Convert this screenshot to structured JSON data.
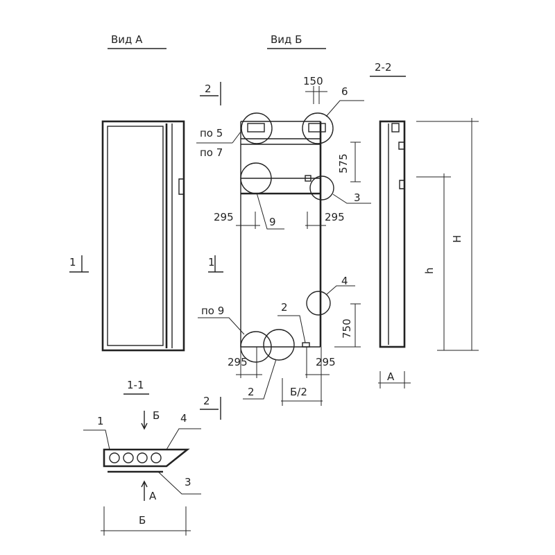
{
  "views": {
    "view_a": "Вид А",
    "view_b": "Вид Б",
    "section_22": "2-2",
    "section_11": "1-1"
  },
  "section_marks": {
    "s1_left": "1",
    "s1_mid": "1",
    "s2_top": "2",
    "s2_bottom": "2"
  },
  "view_b_labels": {
    "dim_150": "150",
    "pos_6": "6",
    "po5": "по 5",
    "po7": "по 7",
    "dim_575": "575",
    "pos_3": "3",
    "dim_295_tl": "295",
    "pos_9": "9",
    "dim_295_tr": "295",
    "pos_4": "4",
    "po9": "по 9",
    "pos_2_top": "2",
    "dim_750": "750",
    "dim_295_bl": "295",
    "dim_295_br": "295",
    "pos_2_bottom": "2",
    "dim_b2": "Б/2"
  },
  "section_22_labels": {
    "H": "H",
    "h": "h",
    "A": "A"
  },
  "section_11_labels": {
    "pos_1": "1",
    "arrow_b": "Б",
    "pos_4": "4",
    "pos_3": "3",
    "arrow_a": "A",
    "width_b": "Б"
  }
}
